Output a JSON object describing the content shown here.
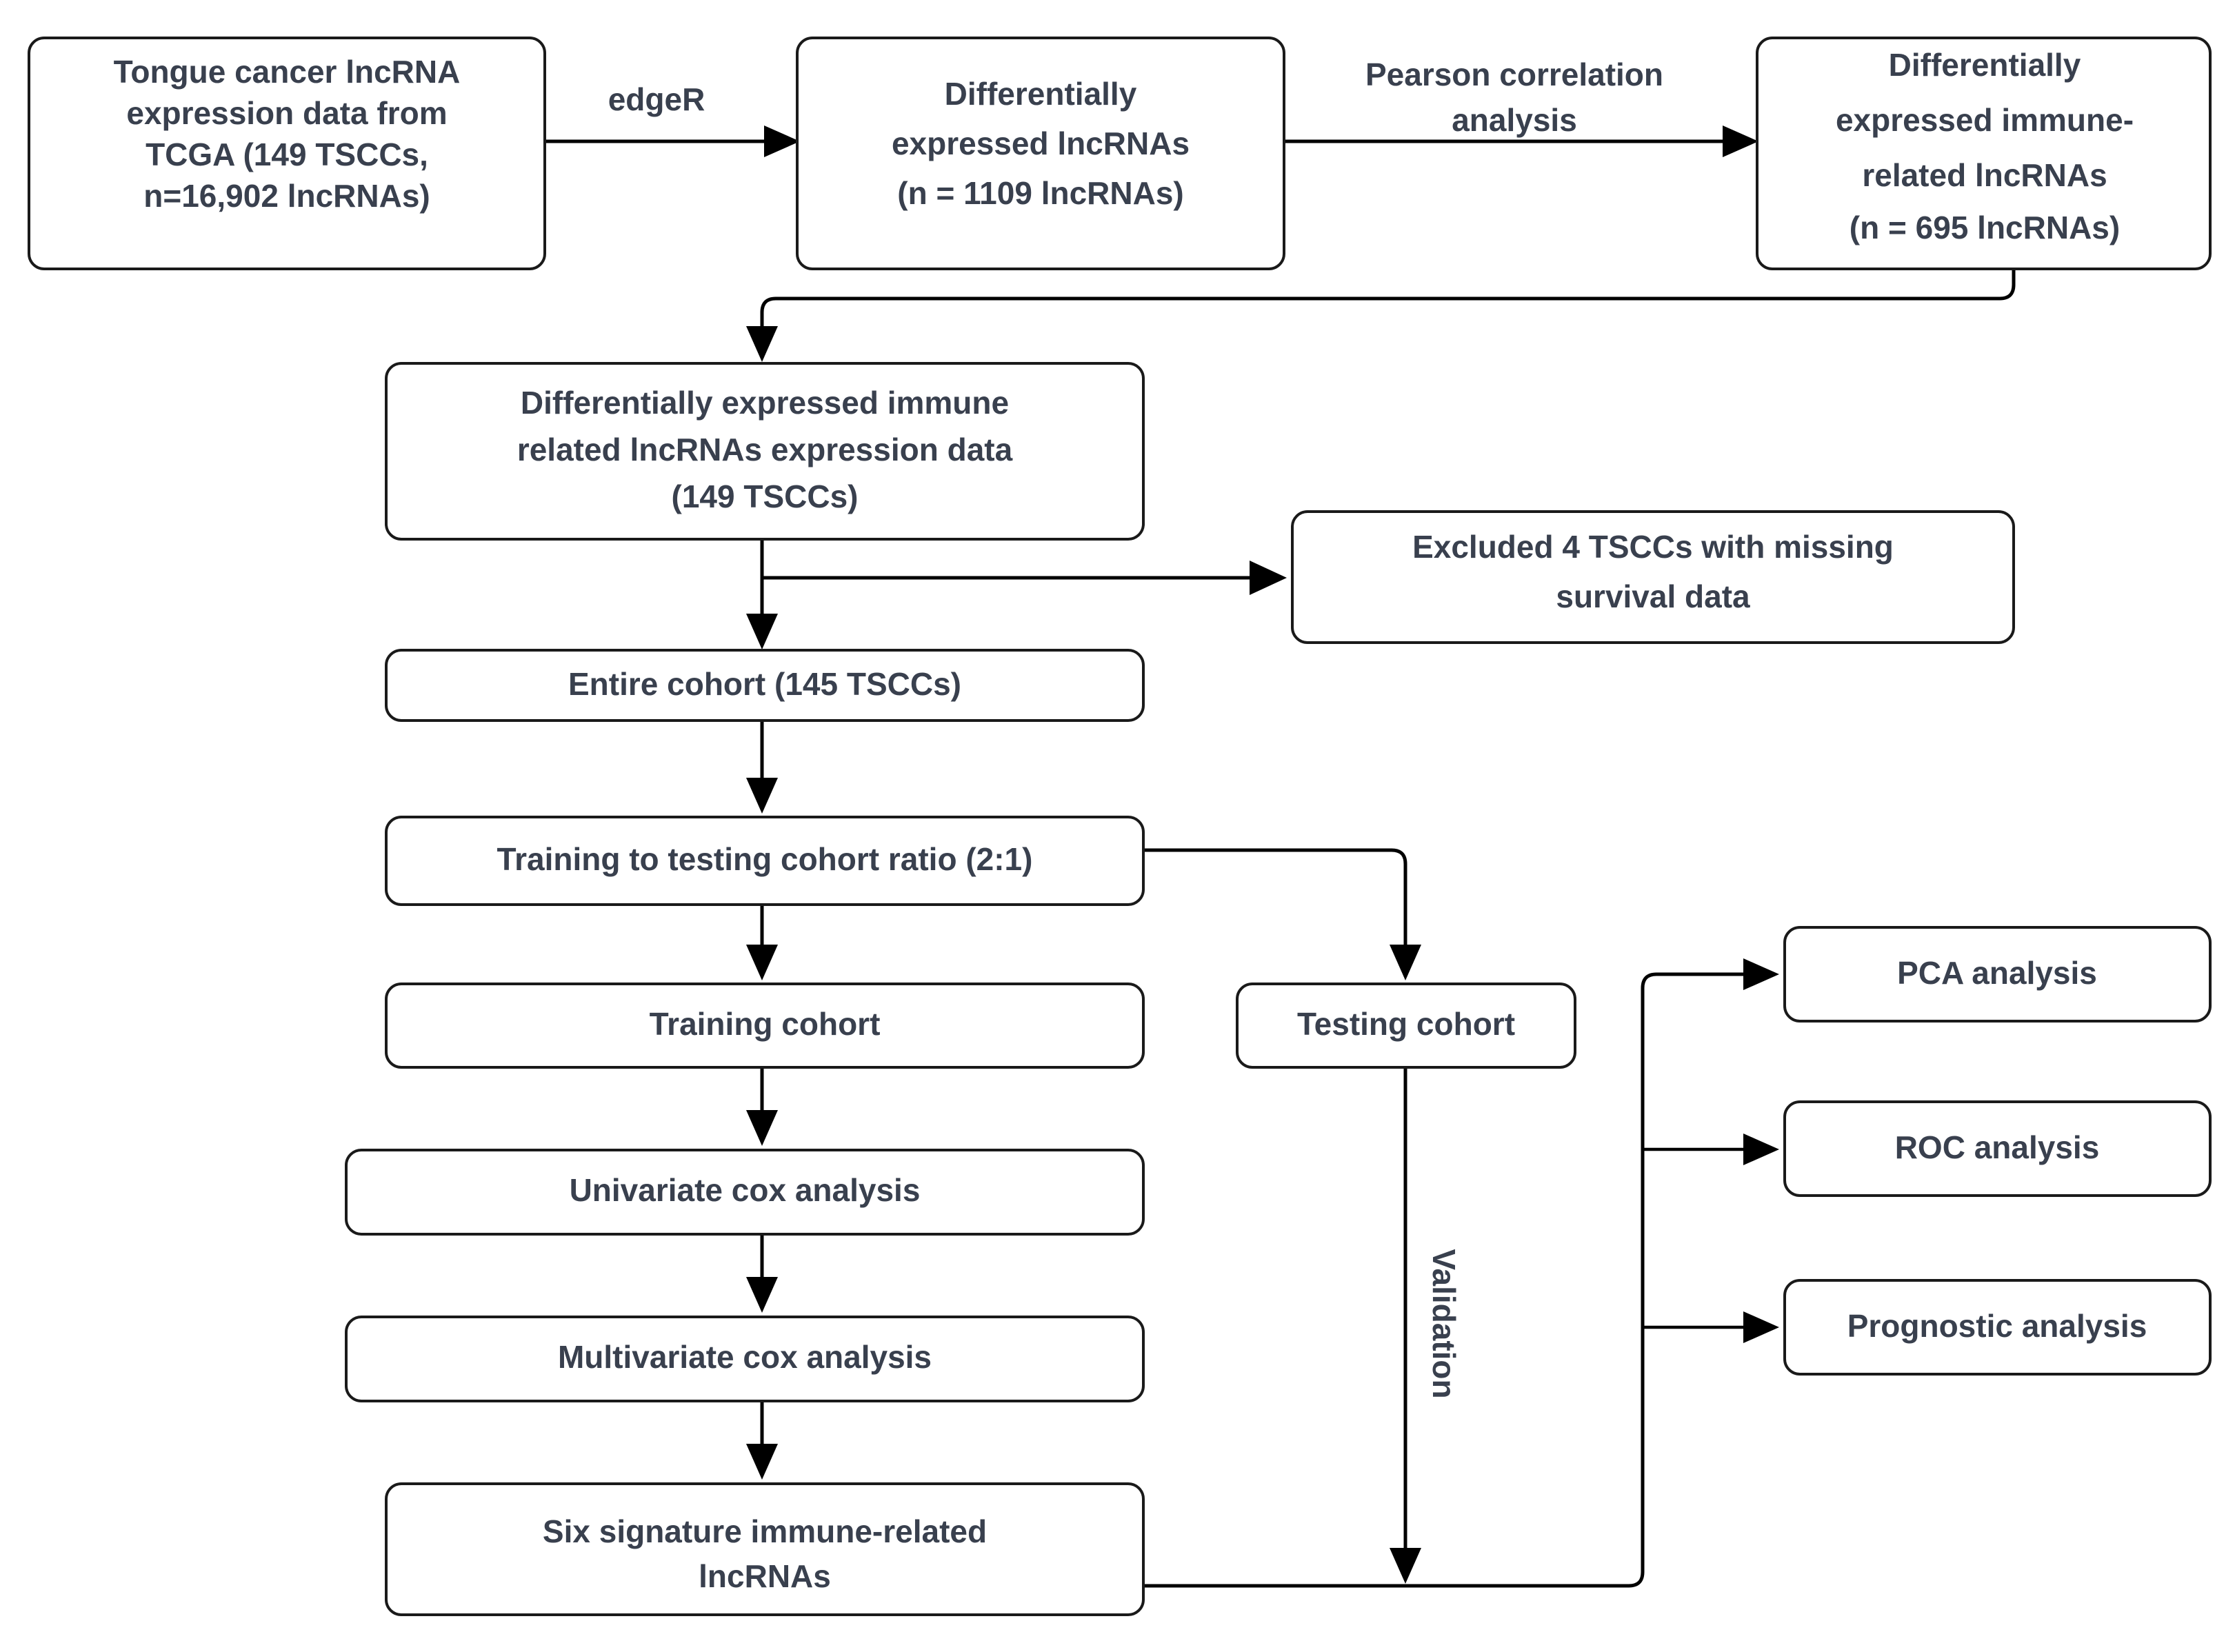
{
  "diagram": {
    "title": "TSCC immune-related lncRNA signature analysis workflow",
    "text_color": "#39404e",
    "line_color": "#000000",
    "box_fill": "#ffffff",
    "nodes": [
      {
        "id": "source-data",
        "lines": [
          "Tongue cancer lncRNA",
          "expression data from",
          "TCGA (149 TSCCs,",
          "n=16,902 lncRNAs)"
        ]
      },
      {
        "id": "de-lncrnas",
        "lines": [
          "Differentially",
          "expressed lncRNAs",
          "(n = 1109 lncRNAs)"
        ]
      },
      {
        "id": "de-immune-lncrnas",
        "lines": [
          "Differentially",
          "expressed immune-",
          "related lncRNAs",
          "(n = 695 lncRNAs)"
        ]
      },
      {
        "id": "expression-data",
        "lines": [
          "Differentially expressed immune",
          "related lncRNAs expression data",
          "(149 TSCCs)"
        ]
      },
      {
        "id": "excluded",
        "lines": [
          "Excluded 4 TSCCs with missing",
          "survival data"
        ]
      },
      {
        "id": "entire-cohort",
        "lines": [
          "Entire cohort (145 TSCCs)"
        ]
      },
      {
        "id": "ratio",
        "lines": [
          "Training to testing cohort ratio (2:1)"
        ]
      },
      {
        "id": "training-cohort",
        "lines": [
          "Training cohort"
        ]
      },
      {
        "id": "testing-cohort",
        "lines": [
          "Testing cohort"
        ]
      },
      {
        "id": "univariate",
        "lines": [
          "Univariate cox analysis"
        ]
      },
      {
        "id": "multivariate",
        "lines": [
          "Multivariate cox analysis"
        ]
      },
      {
        "id": "six-signature",
        "lines": [
          "Six signature immune-related",
          "lncRNAs"
        ]
      },
      {
        "id": "pca",
        "lines": [
          "PCA analysis"
        ]
      },
      {
        "id": "roc",
        "lines": [
          "ROC analysis"
        ]
      },
      {
        "id": "prognostic",
        "lines": [
          "Prognostic analysis"
        ]
      }
    ],
    "edge_labels": {
      "edger": "edgeR",
      "pearson_line1": "Pearson correlation",
      "pearson_line2": "analysis",
      "validation": "Validation"
    }
  }
}
